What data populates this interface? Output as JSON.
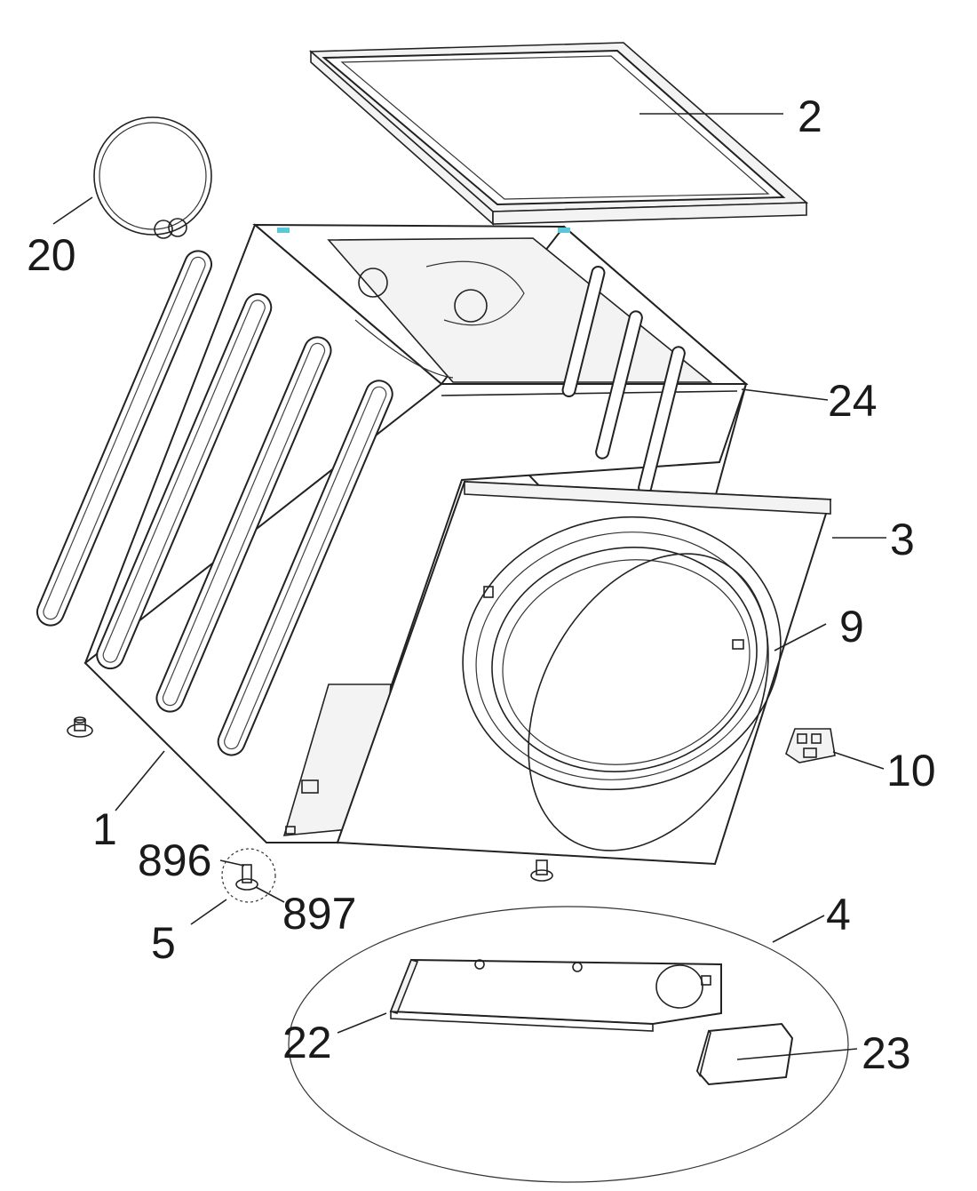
{
  "labels": {
    "p1": "1",
    "p2": "2",
    "p3": "3",
    "p4": "4",
    "p5": "5",
    "p9": "9",
    "p10": "10",
    "p20": "20",
    "p22": "22",
    "p23": "23",
    "p24": "24",
    "p896": "896",
    "p897": "897"
  },
  "colors": {
    "line": "#222222",
    "label": "#1a1a1a",
    "accent_clip": "#5bc8d8"
  }
}
